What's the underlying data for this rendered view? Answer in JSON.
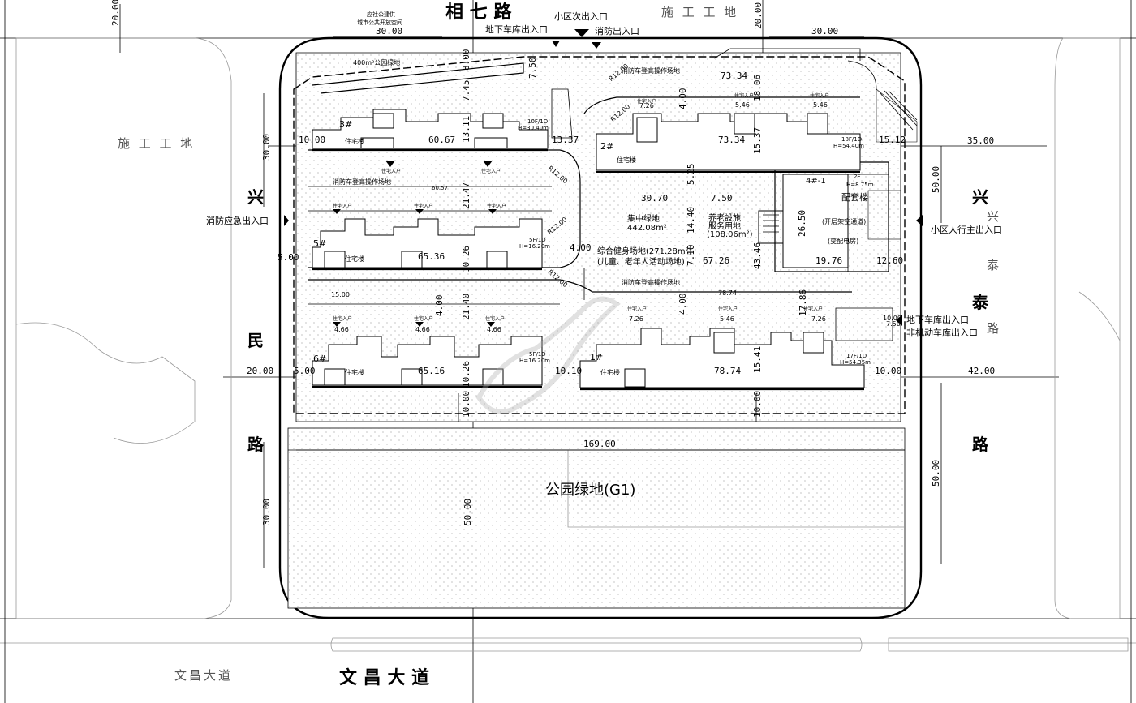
{
  "roads": {
    "north": "相 七 路",
    "south": "文 昌 大 道",
    "south_grey": "文昌大道",
    "west_1": "兴",
    "west_2": "民",
    "west_3": "路",
    "east_1": "兴",
    "east_2": "泰",
    "east_3": "路",
    "east_grey_1": "兴",
    "east_grey_2": "泰",
    "east_grey_3": "路"
  },
  "areas": {
    "construction_nw": "施 工 工 地",
    "construction_ne": "施 工 工 地",
    "park": "公园绿地(G1)",
    "central_green": "集中绿地",
    "central_green_area": "442.08m²",
    "elderly_service": "养老設施",
    "elderly_service_2": "服务用地",
    "elderly_service_area": "(108.06m²)",
    "storage": "综合健身场地(271.28m²)",
    "storage_2": "(儿童、老年人活动场地)",
    "green_400": "400m²公园绿地",
    "public_service": "应社公建供",
    "public_open": "城市公共开放空间",
    "support_building": "配套楼",
    "support_sub_1": "(开层架空通道)",
    "support_sub_2": "(变配电房)"
  },
  "entrances": {
    "garage_north": "地下车库出入口",
    "secondary_north": "小区次出入口",
    "fire_north": "消防出入口",
    "fire_west": "消防应急出入口",
    "pedestrian_east": "小区人行主出入口",
    "garage_east": "地下车库出入口",
    "nonmotor_east": "非机动车库出入口"
  },
  "labels": {
    "fire_ops_1": "消防车登高操作场地",
    "fire_ops_2": "消防车登高操作场地",
    "fire_ops_3": "消防车登高操作场地",
    "residential": "住宅楼",
    "entry": "住宅入户",
    "b1": "1#",
    "b2": "2#",
    "b3": "3#",
    "b4": "4#-1",
    "b5": "5#",
    "b6": "6#",
    "b3_floors": "10F/1D",
    "b3_height": "H=30.40m",
    "b5_floors": "5F/1D",
    "b5_height": "H=16.20m",
    "b6_floors": "5F/1D",
    "b6_height": "H=16.20m",
    "b1_floors": "17F/1D",
    "b1_height": "H=54.35m",
    "b2_floors": "18F/1D",
    "b2_height": "H=54.40m",
    "b4_floors": "2F",
    "b4_height": "H=8.75m",
    "r1": "R12.00",
    "r2": "R12.00",
    "r3": "R12.00",
    "r4": "R12.00",
    "r5": "R12.00"
  },
  "dims": {
    "d_20_nw": "20.00",
    "d_30_n": "30.00",
    "d_20_n": "20.00",
    "d_30_ne": "30.00",
    "d_30_w": "30.00",
    "d_35_e": "35.00",
    "d_50_e": "50.00",
    "d_5_w": "5.00",
    "d_20_w": "20.00",
    "d_5_w2": "5.00",
    "d_42_e": "42.00",
    "d_10_e": "10.00",
    "d_50_se": "50.00",
    "d_30_sw": "30.00",
    "d_169": "169.00",
    "d_50_s": "50.00",
    "d_10_w1": "10.00",
    "d_6067": "60.67",
    "d_1311": "13.11",
    "d_1337": "13.37",
    "d_7334": "73.34",
    "d_1537": "15.37",
    "d_1512": "15.12",
    "d_745": "7.45",
    "d_800": "8.00",
    "d_750": "7.50",
    "d_7334b": "73.34",
    "d_1806": "18.06",
    "d_400a": "4.00",
    "d_2147": "21.47",
    "d_6057": "60.57",
    "d_3070": "30.70",
    "d_750b": "7.50",
    "d_525": "5.25",
    "d_1440": "14.40",
    "d_2650": "26.50",
    "d_4346": "43.46",
    "d_6536": "65.36",
    "d_1026": "10.26",
    "d_400b": "4.00",
    "d_710": "7.10",
    "d_6726": "67.26",
    "d_1976": "19.76",
    "d_1260": "12.60",
    "d_1500": "15.00",
    "d_2140": "21.40",
    "d_400c": "4.00",
    "d_7874": "78.74",
    "d_1786": "17.86",
    "d_6516": "65.16",
    "d_1026b": "10.26",
    "d_1010": "10.10",
    "d_7874b": "78.74",
    "d_1541": "15.41",
    "d_1000s": "10.00",
    "d_1000s2": "10.00",
    "d_1000e": "10.00",
    "d_400d": "4.00",
    "d_750c": "7.50",
    "d_726a": "7.26",
    "d_546a": "5.46",
    "d_546b": "5.46",
    "d_726b": "7.26",
    "d_546c": "5.46",
    "d_726c": "7.26",
    "d_466a": "4.66",
    "d_466b": "4.66",
    "d_466c": "4.66"
  }
}
